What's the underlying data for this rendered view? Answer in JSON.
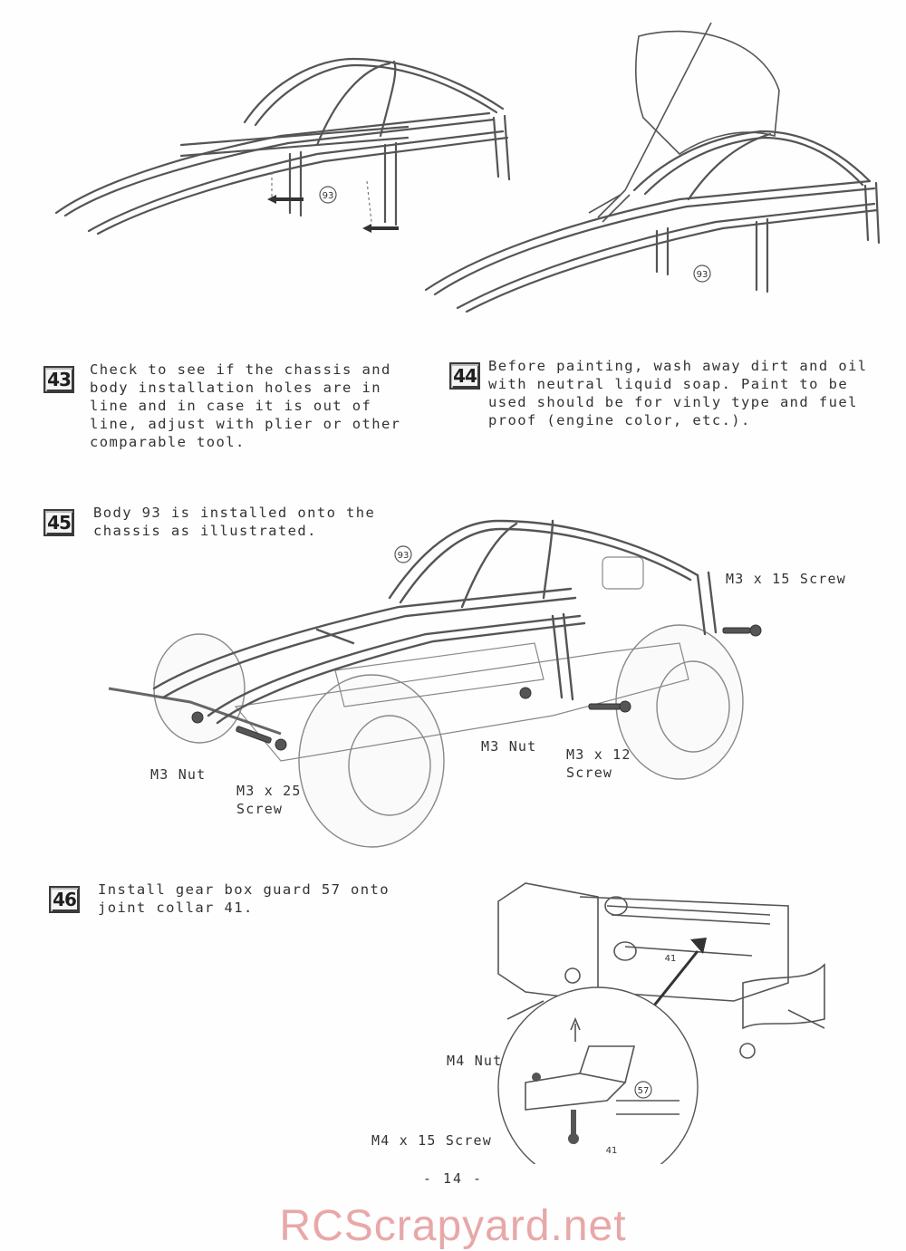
{
  "steps": [
    {
      "number": "43",
      "text": "Check to see if the chassis and\nbody installation holes are in\nline and in case it is out of\nline, adjust with plier or other\ncomparable tool."
    },
    {
      "number": "44",
      "text": "Before painting, wash away dirt and oil\nwith neutral liquid soap.  Paint to be\nused should be for vinly type and fuel\nproof (engine color, etc.)."
    },
    {
      "number": "45",
      "text": "Body 93 is installed onto the\nchassis as illustrated."
    },
    {
      "number": "46",
      "text": "Install gear box guard 57 onto\njoint collar 41."
    }
  ],
  "figure_labels": {
    "fig43_part": "93",
    "fig44_part": "93",
    "fig45_part": "93",
    "m3x15": "M3 x 15 Screw",
    "m3nut_left": "M3 Nut",
    "m3x25": "M3 x 25\nScrew",
    "m3nut_center": "M3 Nut",
    "m3x12": "M3 x 12\nScrew",
    "fig46_part41_top": "41",
    "m4nut": "M4 Nut",
    "fig46_part57": "57",
    "m4x15": "M4 x 15 Screw",
    "fig46_part41_bottom": "41"
  },
  "page_number": "- 14 -",
  "watermark": "RCScrapyard.net"
}
